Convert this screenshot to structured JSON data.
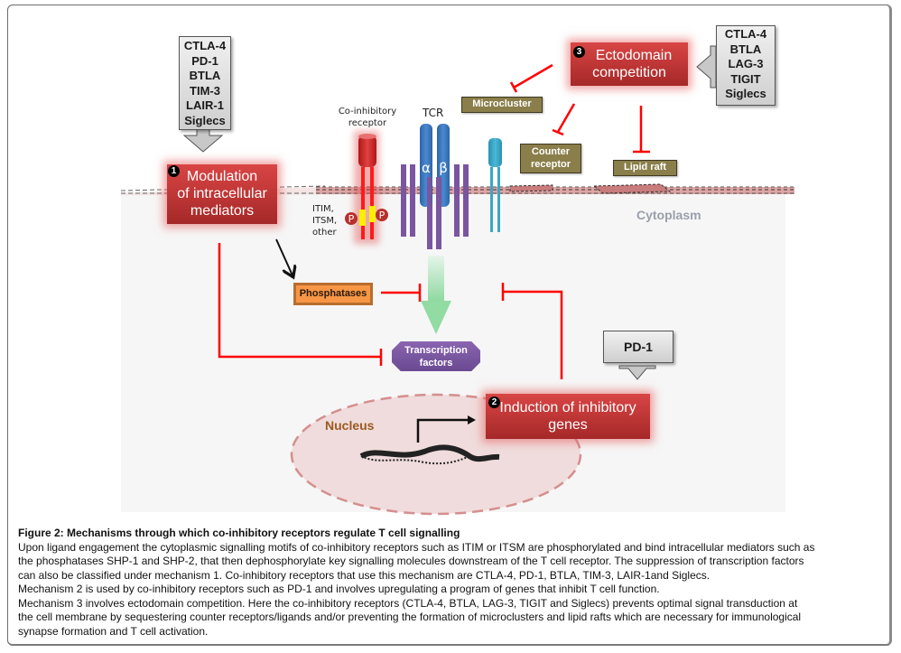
{
  "diagram": {
    "mechanism1": {
      "number": "1",
      "label_lines": [
        "Modulation",
        "of intracellular",
        "mediators"
      ]
    },
    "mechanism2": {
      "number": "2",
      "label_lines": [
        "Induction of inhibitory",
        "genes"
      ]
    },
    "mechanism3": {
      "number": "3",
      "label_lines": [
        "Ectodomain",
        "competition"
      ]
    },
    "mech1_receptors": [
      "CTLA-4",
      "PD-1",
      "BTLA",
      "TIM-3",
      "LAIR-1",
      "Siglecs"
    ],
    "mech2_receptors": [
      "PD-1"
    ],
    "mech3_receptors": [
      "CTLA-4",
      "BTLA",
      "LAG-3",
      "TIGIT",
      "Siglecs"
    ],
    "coinhibitory_receptor_label": [
      "Co-inhibitory",
      "receptor"
    ],
    "tcr_label": "TCR",
    "tcr_alpha": "α",
    "tcr_beta": "β",
    "motif_labels": [
      "ITIM,",
      "ITSM,",
      "other"
    ],
    "phospho_label": "P",
    "microcluster": "Microcluster",
    "counter_receptor": [
      "Counter",
      "receptor"
    ],
    "lipid_raft": "Lipid raft",
    "cytoplasm": "Cytoplasm",
    "phosphatases": "Phosphatases",
    "transcription_factors": [
      "Transcription",
      "factors"
    ],
    "nucleus": "Nucleus",
    "colors": {
      "mechanism_red": "#c0392b",
      "inhibition_red": "#ff0000",
      "tcr_blue": "#3a78c0",
      "cd3_purple": "#7a55a0",
      "olive_box": "#8a7e4a",
      "phosphatase_orange": "#f79646",
      "nucleus_pink": "#f0dcdc",
      "membrane_pink": "#e0a0a0"
    }
  },
  "caption": {
    "title": "Figure 2: Mechanisms through which co-inhibitory receptors regulate T cell signalling",
    "lines": [
      "Upon ligand engagement the cytoplasmic signalling motifs of co-inhibitory receptors such as ITIM or ITSM are phosphorylated and bind intracellular mediators such as",
      "the phosphatases SHP-1 and SHP-2, that then dephosphorylate  key signalling molecules downstream of the T cell receptor. The suppression of  transcription factors",
      "can also be classified under mechanism 1. Co-inhibitory receptors that use this mechanism are CTLA-4, PD-1, BTLA, TIM-3, LAIR-1and Siglecs.",
      "Mechanism 2 is used by co-inhibitory receptors such as PD-1 and involves upregulating a program of genes  that inhibit T cell function.",
      "Mechanism 3 involves ectodomain competition. Here the co-inhibitory receptors (CTLA-4, BTLA, LAG-3, TIGIT and Siglecs) prevents optimal signal transduction at",
      "the cell membrane by sequestering counter receptors/ligands and/or preventing the formation of microclusters and lipid rafts which are necessary for immunological",
      "synapse formation and T cell activation."
    ]
  }
}
